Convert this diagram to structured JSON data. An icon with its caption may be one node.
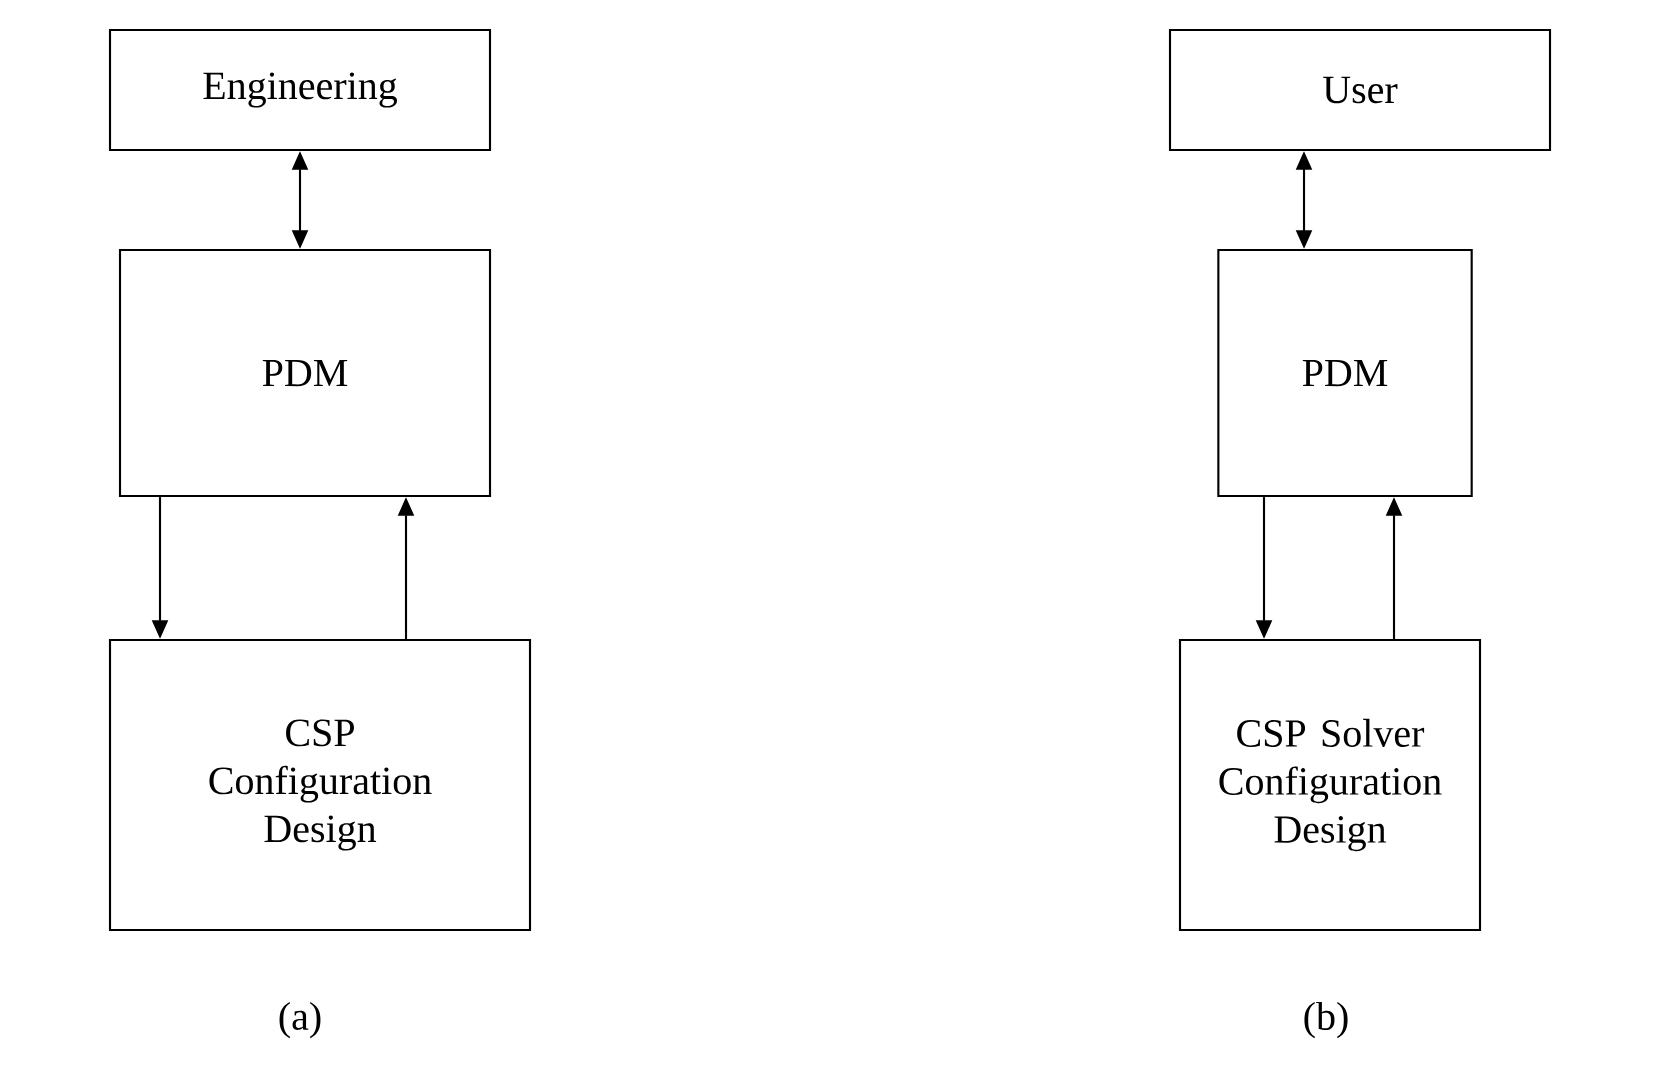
{
  "diagram": {
    "nodes": [
      {
        "text": [
          "Engineering"
        ]
      },
      {
        "text": [
          "PDM"
        ]
      },
      {
        "text": [
          "CSP Configuration Design"
        ]
      },
      {
        "text": [
          "User"
        ]
      },
      {
        "text": [
          "PDM"
        ]
      },
      {
        "text": [
          "CSP Solver Configuration Design"
        ]
      }
    ],
    "edges": [
      {
        "from": 0,
        "to": 1,
        "arrow": "both"
      },
      {
        "from": 1,
        "to": 2,
        "arrow": "to"
      },
      {
        "from": 2,
        "to": 1,
        "arrow": "to"
      },
      {
        "from": 3,
        "to": 4,
        "arrow": "both"
      },
      {
        "from": 4,
        "to": 5,
        "arrow": "to"
      },
      {
        "from": 5,
        "to": 4,
        "arrow": "to"
      }
    ],
    "labels": [
      "(a)",
      "(b)"
    ]
  }
}
